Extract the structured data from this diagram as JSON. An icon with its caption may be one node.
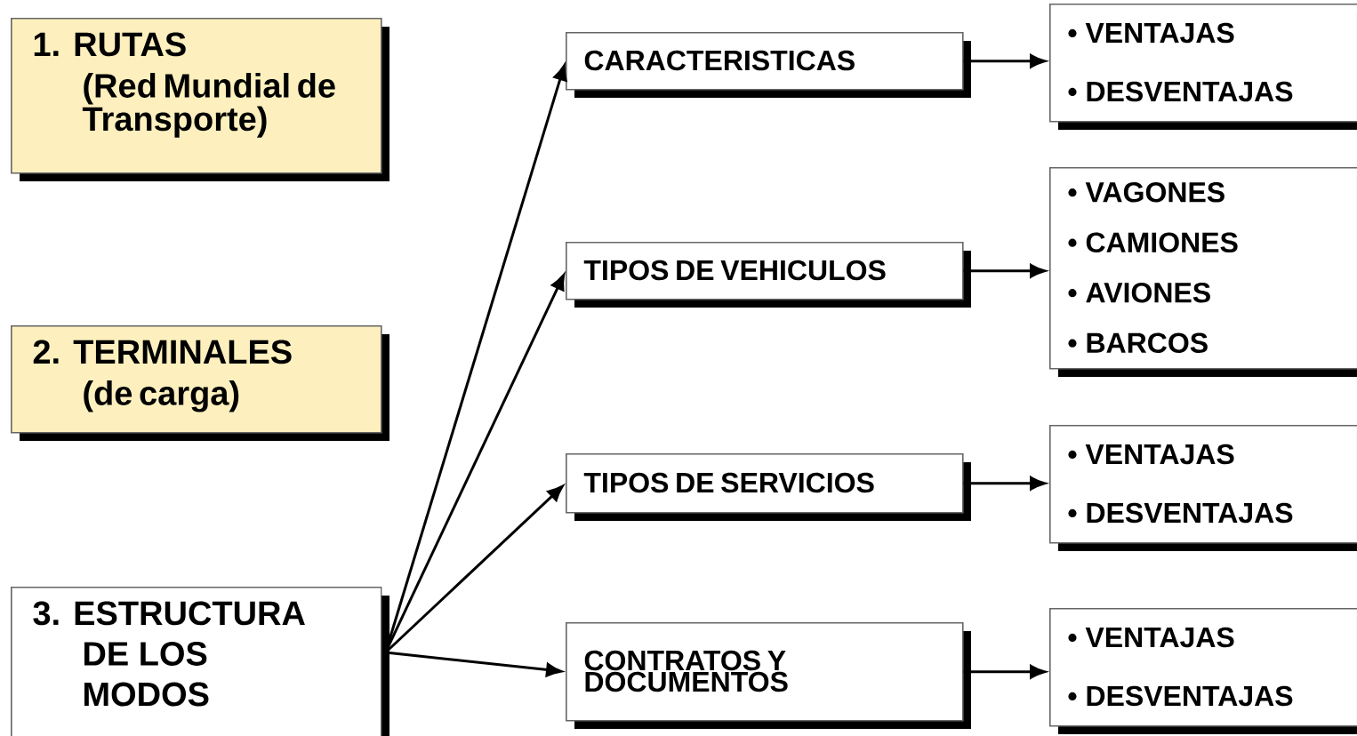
{
  "diagram": {
    "nodes": [
      {
        "text": [
          "1. RUTAS",
          "(Red Mundial de Transporte)"
        ]
      },
      {
        "text": [
          "2. TERMINALES",
          "(de carga)"
        ]
      },
      {
        "text": [
          "3. ESTRUCTURA DE LOS MODOS"
        ]
      },
      {
        "text": [
          "CARACTERISTICAS"
        ]
      },
      {
        "text": [
          "• VENTAJAS",
          "• DESVENTAJAS"
        ]
      },
      {
        "text": [
          "TIPOS DE VEHICULOS"
        ]
      },
      {
        "text": [
          "• VAGONES",
          "• CAMIONES",
          "• AVIONES",
          "• BARCOS"
        ]
      },
      {
        "text": [
          "TIPOS DE SERVICIOS"
        ]
      },
      {
        "text": [
          "• VENTAJAS",
          "• DESVENTAJAS"
        ]
      },
      {
        "text": [
          "CONTRATOS Y DOCUMENTOS"
        ]
      },
      {
        "text": [
          "• VENTAJAS",
          "• DESVENTAJAS"
        ]
      }
    ],
    "edges": [
      {
        "from": 2,
        "to": 3,
        "arrow": "to"
      },
      {
        "from": 2,
        "to": 5,
        "arrow": "to"
      },
      {
        "from": 2,
        "to": 7,
        "arrow": "to"
      },
      {
        "from": 2,
        "to": 9,
        "arrow": "to"
      },
      {
        "from": 3,
        "to": 4,
        "arrow": "to"
      },
      {
        "from": 5,
        "to": 6,
        "arrow": "to"
      },
      {
        "from": 7,
        "to": 8,
        "arrow": "to"
      },
      {
        "from": 9,
        "to": 10,
        "arrow": "to"
      }
    ]
  }
}
